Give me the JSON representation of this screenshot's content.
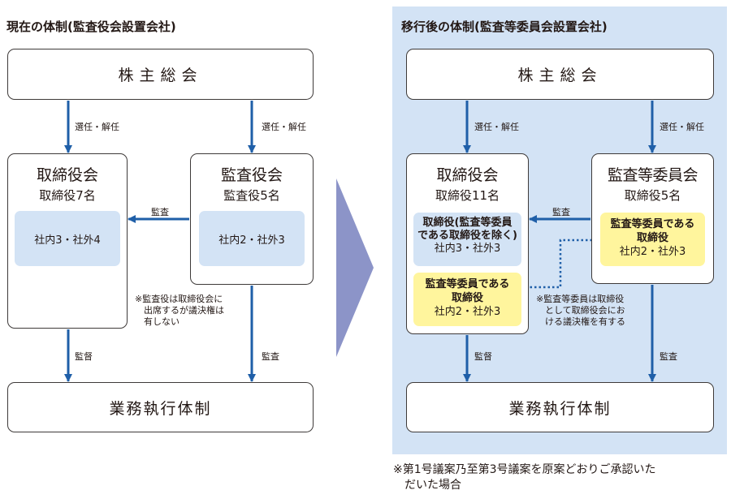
{
  "current": {
    "title": "現在の体制(監査役会設置会社)",
    "shareholders": "株主総会",
    "arrow_label_left": "選任・解任",
    "arrow_label_right": "選任・解任",
    "board": {
      "name": "取締役会",
      "count": "取締役7名",
      "composition": "社内3・社外4"
    },
    "auditors": {
      "name": "監査役会",
      "count": "監査役5名",
      "composition": "社内2・社外3"
    },
    "audit_arrow_label": "監査",
    "note_lines": [
      "※監査役は取締役会に",
      "出席するが議決権は",
      "有しない"
    ],
    "supervise_label": "監督",
    "audit_label_bottom": "監査",
    "execution": "業務執行体制"
  },
  "after": {
    "title": "移行後の体制(監査等委員会設置会社)",
    "shareholders": "株主総会",
    "arrow_label_left": "選任・解任",
    "arrow_label_right": "選任・解任",
    "board": {
      "name": "取締役会",
      "count": "取締役11名",
      "inner_blue_lines": [
        "取締役(監査等委員",
        "である取締役を除く)"
      ],
      "inner_blue_composition": "社内3・社外3",
      "inner_yellow_lines": [
        "監査等委員である",
        "取締役"
      ],
      "inner_yellow_composition": "社内2・社外3"
    },
    "committee": {
      "name": "監査等委員会",
      "count": "取締役5名",
      "inner_yellow_lines": [
        "監査等委員である",
        "取締役"
      ],
      "inner_yellow_composition": "社内2・社外3"
    },
    "audit_arrow_label": "監査",
    "note_lines": [
      "※監査等委員は取締役",
      "として取締役会にお",
      "ける議決権を有する"
    ],
    "supervise_label": "監督",
    "audit_label_bottom": "監査",
    "execution": "業務執行体制"
  },
  "footnote_lines": [
    "※第1号議案乃至第3号議案を原案どおりご承認いた",
    "だいた場合"
  ],
  "colors": {
    "arrow": "#1f5fa8",
    "panel_blue": "#d3e3f5",
    "highlight_yellow": "#fff59d",
    "chevron": "#8c94c8"
  }
}
